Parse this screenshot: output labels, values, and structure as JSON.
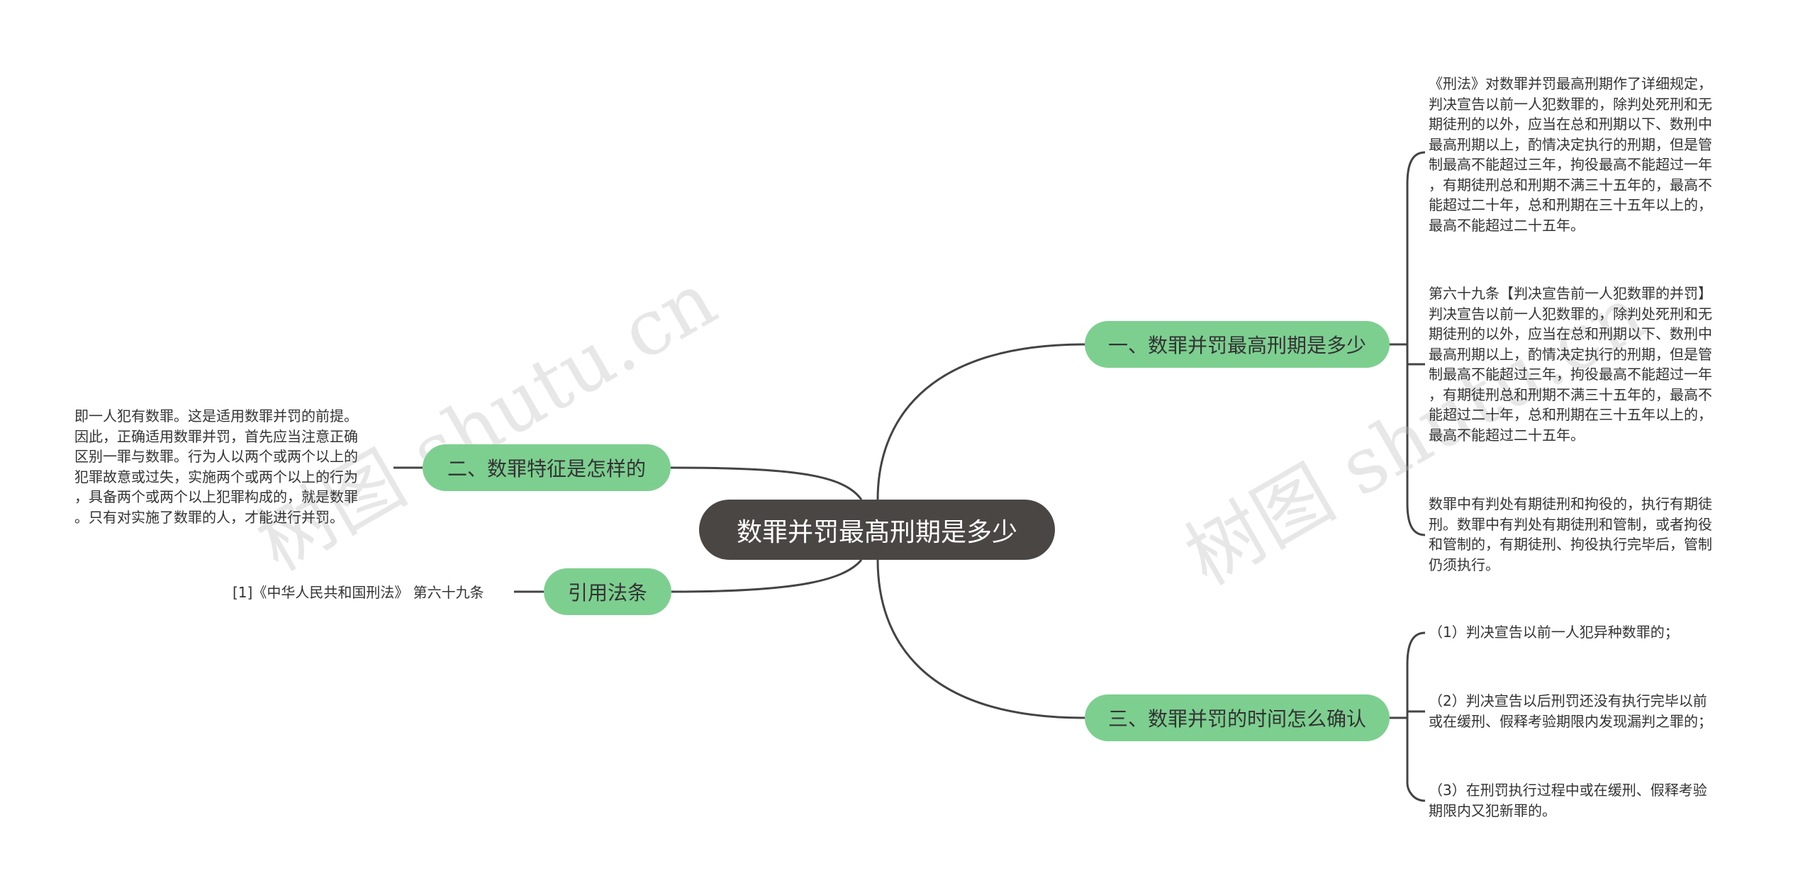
{
  "root": {
    "label": "数罪并罚最髙刑期是多少"
  },
  "branches": [
    {
      "label": "一、数罪并罚最高刑期是多少"
    },
    {
      "label": "二、数罪特征是怎样的"
    },
    {
      "label": "引用法条"
    },
    {
      "label": "三、数罪并罚的时间怎么确认"
    }
  ],
  "leaves": {
    "b1_1": "《刑法》对数罪并罚最高刑期作了详细规定，\n判决宣告以前一人犯数罪的，除判处死刑和无\n期徒刑的以外，应当在总和刑期以下、数刑中\n最高刑期以上，酌情决定执行的刑期，但是管\n制最高不能超过三年，拘役最高不能超过一年\n，有期徒刑总和刑期不满三十五年的，最高不\n能超过二十年，总和刑期在三十五年以上的，\n最高不能超过二十五年。",
    "b1_2": "第六十九条【判决宣告前一人犯数罪的并罚】\n判决宣告以前一人犯数罪的，除判处死刑和无\n期徒刑的以外，应当在总和刑期以下、数刑中\n最高刑期以上，酌情决定执行的刑期，但是管\n制最高不能超过三年，拘役最高不能超过一年\n，有期徒刑总和刑期不满三十五年的，最高不\n能超过二十年，总和刑期在三十五年以上的，\n最高不能超过二十五年。",
    "b1_3": "数罪中有判处有期徒刑和拘役的，执行有期徒\n刑。数罪中有判处有期徒刑和管制，或者拘役\n和管制的，有期徒刑、拘役执行完毕后，管制\n仍须执行。",
    "b2_1": "即一人犯有数罪。这是适用数罪并罚的前提。\n因此，正确适用数罪并罚，首先应当注意正确\n区别一罪与数罪。行为人以两个或两个以上的\n犯罪故意或过失，实施两个或两个以上的行为\n，具备两个或两个以上犯罪构成的，就是数罪\n。只有对实施了数罪的人，才能进行并罚。",
    "b3_1": "[1]《中华人民共和国刑法》 第六十九条",
    "b4_1": "（1）判决宣告以前一人犯异种数罪的；",
    "b4_2": "（2）判决宣告以后刑罚还没有执行完毕以前\n或在缓刑、假释考验期限内发现漏判之罪的；",
    "b4_3": "（3）在刑罚执行过程中或在缓刑、假释考验\n期限内又犯新罪的。"
  },
  "watermark": "树图 shutu.cn",
  "colors": {
    "root_bg": "#4a4644",
    "branch_bg": "#7dcf90",
    "line": "#444444"
  }
}
